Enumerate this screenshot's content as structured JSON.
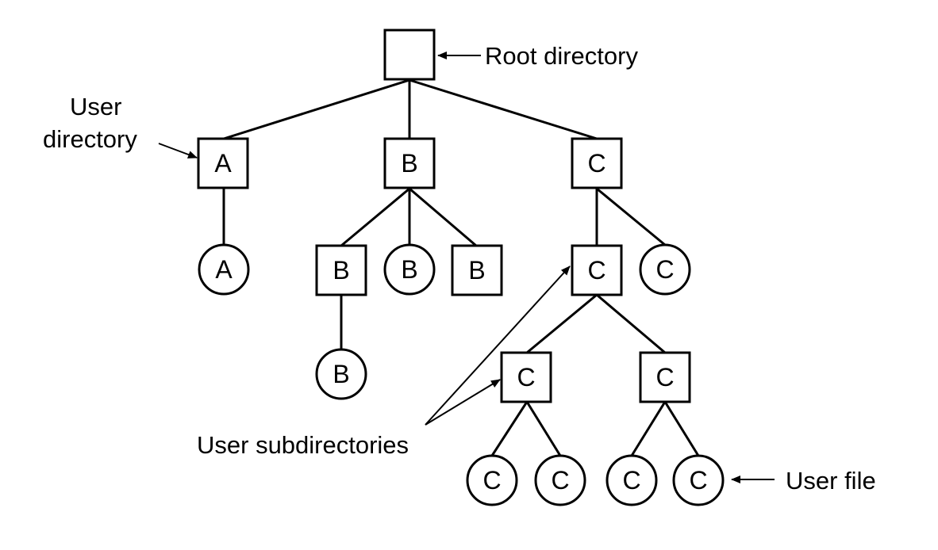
{
  "callouts": {
    "root_directory": "Root directory",
    "user_directory_line1": "User",
    "user_directory_line2": "directory",
    "user_subdirectories": "User subdirectories",
    "user_file": "User file"
  },
  "nodes": {
    "root": {
      "kind": "directory",
      "label": ""
    },
    "dir_a": {
      "kind": "directory",
      "label": "A"
    },
    "dir_b": {
      "kind": "directory",
      "label": "B"
    },
    "dir_c": {
      "kind": "directory",
      "label": "C"
    },
    "file_a": {
      "kind": "file",
      "label": "A"
    },
    "subdir_b1": {
      "kind": "directory",
      "label": "B"
    },
    "file_b1": {
      "kind": "file",
      "label": "B"
    },
    "subdir_b2": {
      "kind": "directory",
      "label": "B"
    },
    "file_b2": {
      "kind": "file",
      "label": "B"
    },
    "subdir_c1": {
      "kind": "directory",
      "label": "C"
    },
    "file_c1": {
      "kind": "file",
      "label": "C"
    },
    "subdir_c2": {
      "kind": "directory",
      "label": "C"
    },
    "subdir_c3": {
      "kind": "directory",
      "label": "C"
    },
    "file_c2": {
      "kind": "file",
      "label": "C"
    },
    "file_c3": {
      "kind": "file",
      "label": "C"
    },
    "file_c4": {
      "kind": "file",
      "label": "C"
    },
    "file_c5": {
      "kind": "file",
      "label": "C"
    }
  }
}
